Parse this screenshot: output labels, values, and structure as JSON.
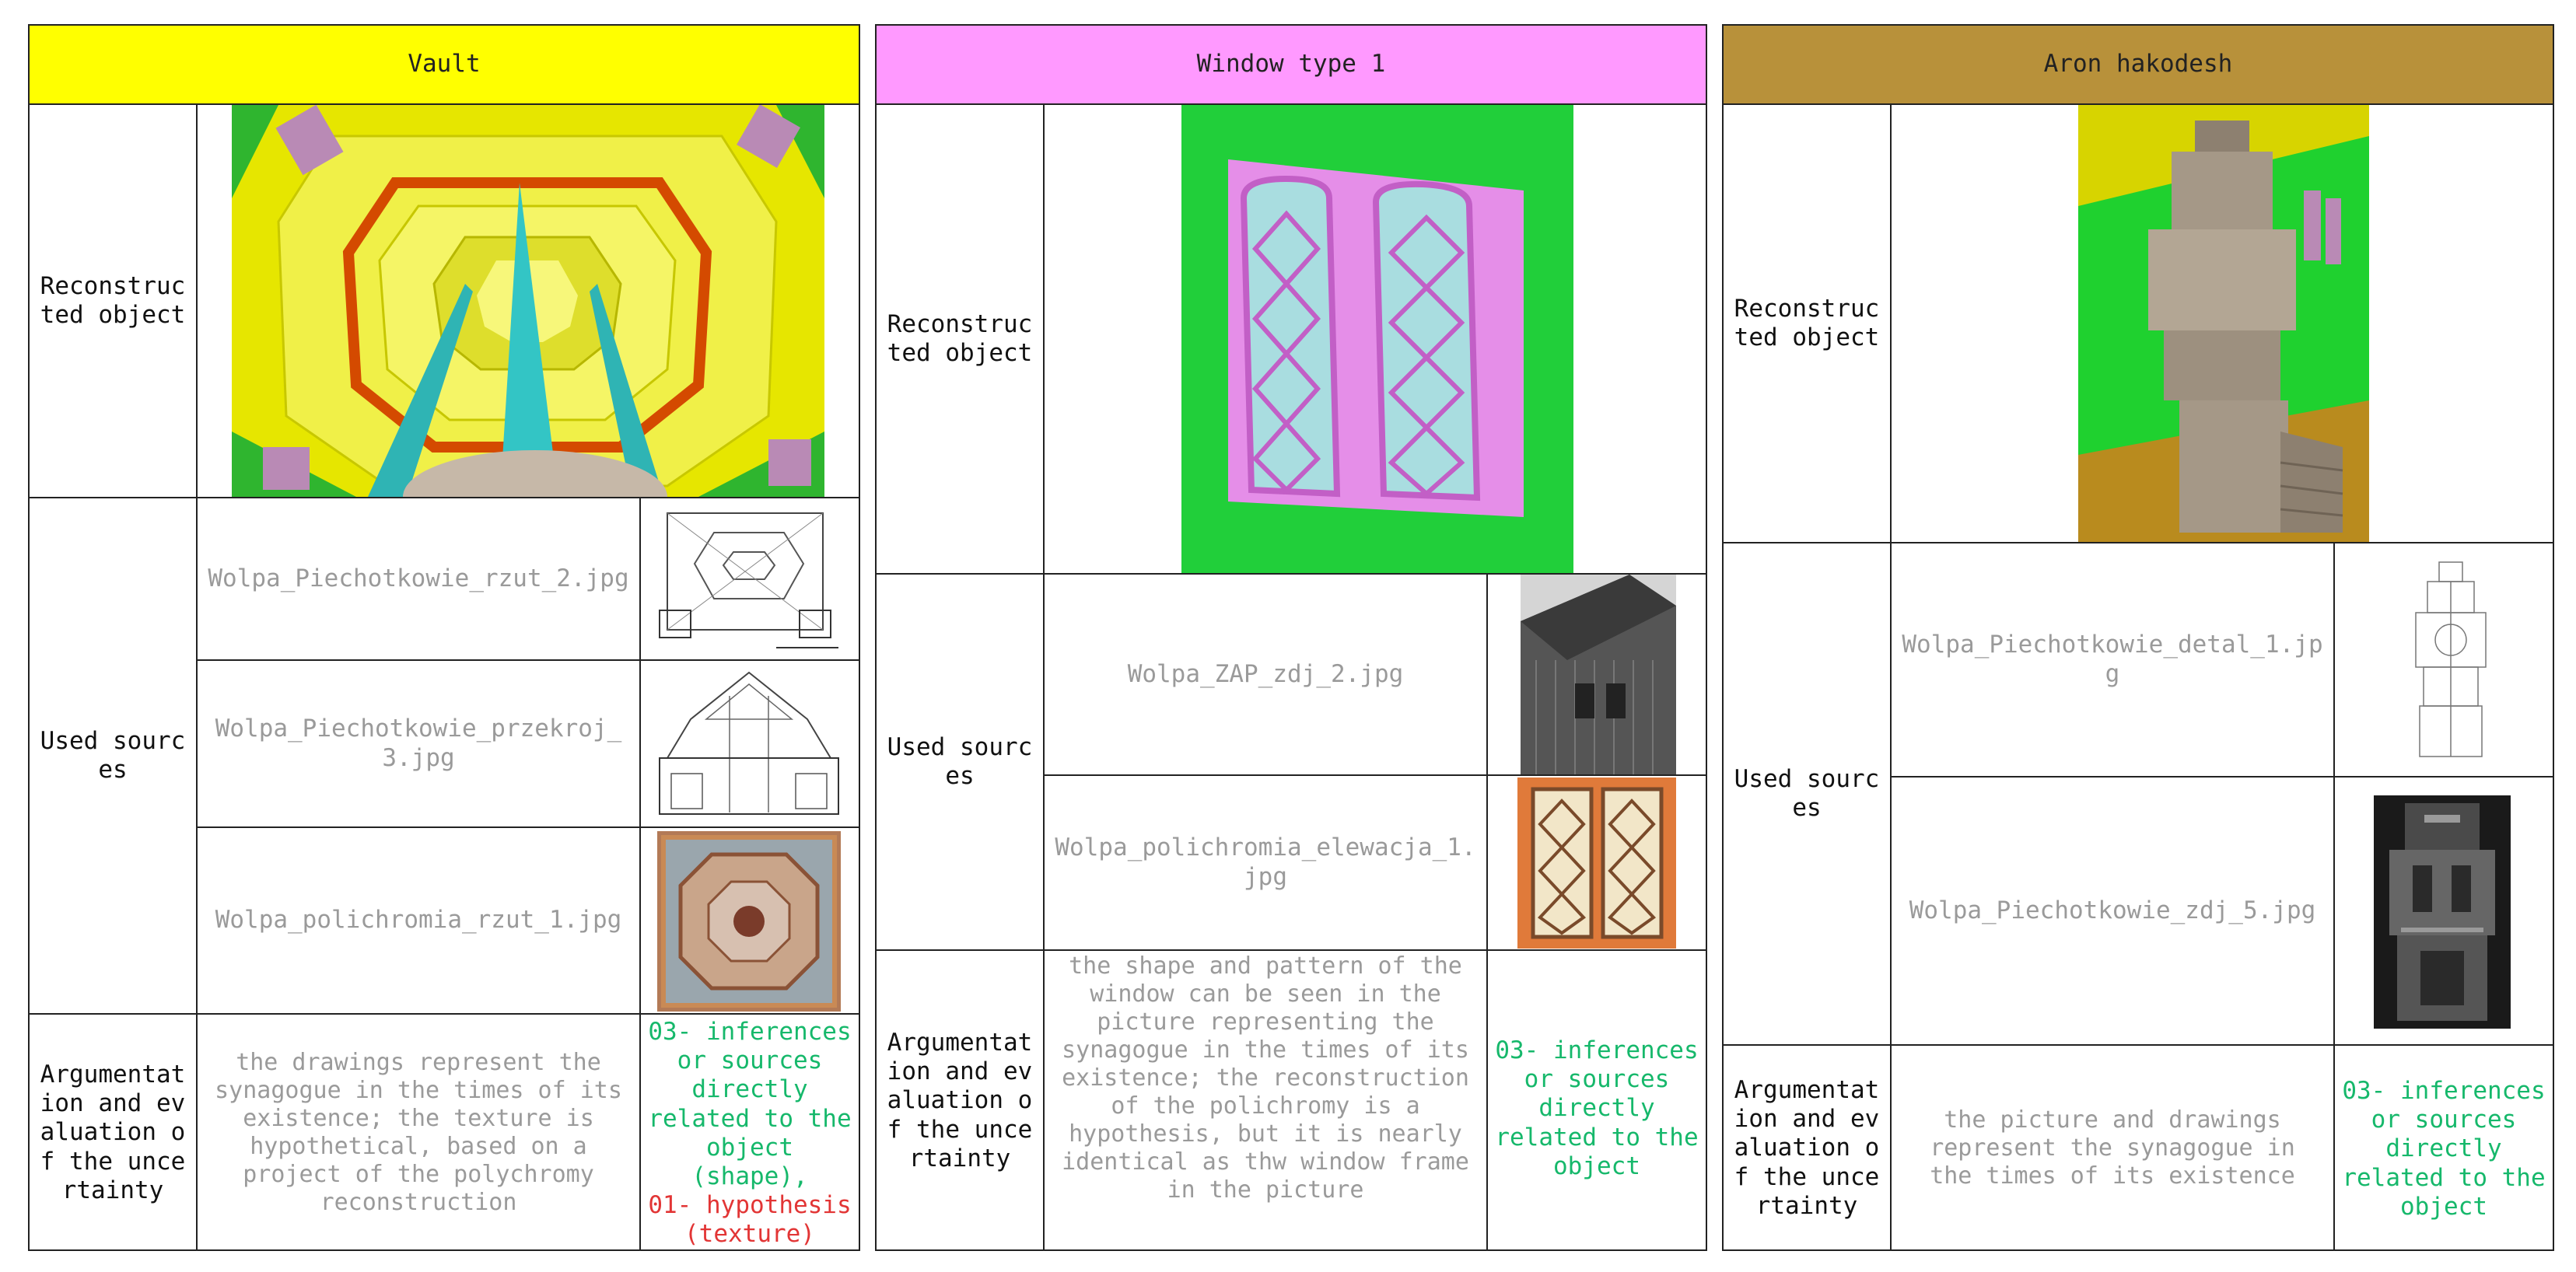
{
  "labels": {
    "reconstructed": "Reconstructed object",
    "used_sources": "Used sources",
    "argumentation": "Argumentation and evaluation of the uncertainty"
  },
  "panels": [
    {
      "title": "Vault",
      "header_color": "#ffff00",
      "sources": [
        "Wolpa_Piechotkowie_rzut_2.jpg",
        "Wolpa_Piechotkowie_przekroj_3.jpg",
        "Wolpa_polichromia_rzut_1.jpg"
      ],
      "argumentation": "the drawings represent the synagogue in the times of its existence; the texture is hypothetical, based on a project of the polychromy reconstruction",
      "inference_green": "03- inferences or sources directly related to the object (shape),",
      "inference_red": "01- hypothesis (texture)"
    },
    {
      "title": "Window type 1",
      "header_color": "#ff99ff",
      "sources": [
        "Wolpa_ZAP_zdj_2.jpg",
        "Wolpa_polichromia_elewacja_1.jpg"
      ],
      "argumentation": "the shape and pattern of the window can be seen in the picture representing the synagogue in the times of its existence; the reconstruction of the polichromy is a hypothesis, but it is nearly identical as thw window frame in the picture",
      "inference_green": "03- inferences or sources directly related to the object"
    },
    {
      "title": "Aron hakodesh",
      "header_color": "#b8913a",
      "sources": [
        "Wolpa_Piechotkowie_detal_1.jpg",
        "Wolpa_Piechotkowie_zdj_5.jpg"
      ],
      "argumentation": "the picture and drawings represent the synagogue in the times of its existence",
      "inference_green": "03- inferences or sources directly related to the object"
    }
  ]
}
